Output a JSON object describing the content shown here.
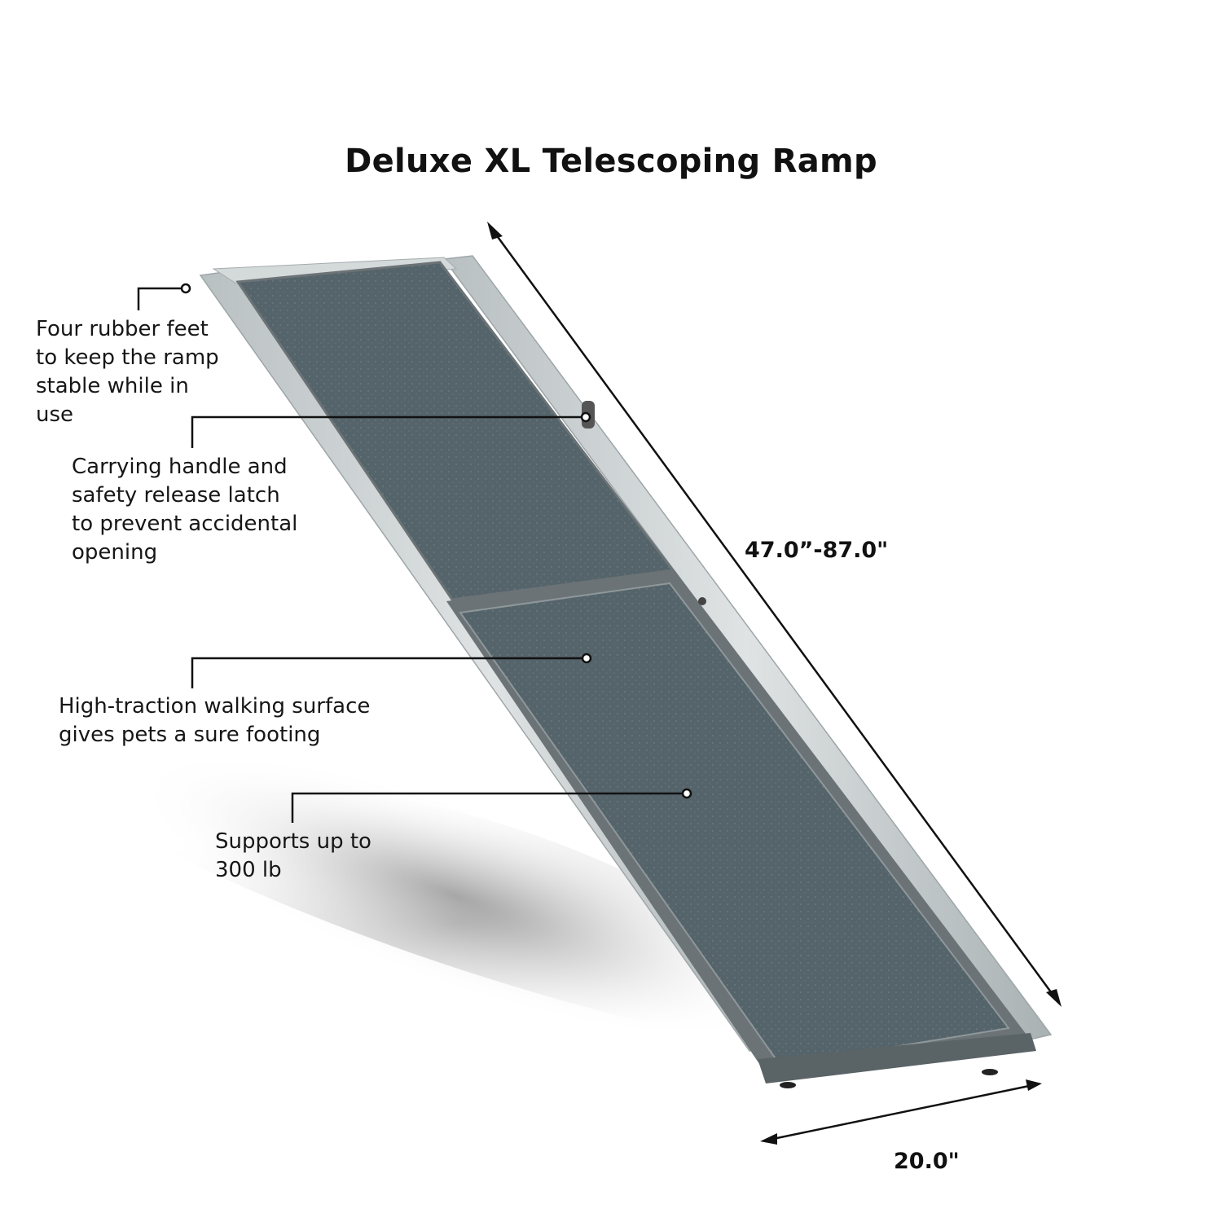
{
  "title": "Deluxe XL Telescoping Ramp",
  "callouts": [
    {
      "id": "rubber-feet",
      "lines": [
        "Four rubber feet",
        "to keep the ramp",
        "stable while in",
        "use"
      ]
    },
    {
      "id": "carrying-handle",
      "lines": [
        "Carrying handle and",
        "safety release latch",
        "to prevent accidental",
        "opening"
      ]
    },
    {
      "id": "walking-surface",
      "lines": [
        "High-traction walking surface",
        "gives pets a sure footing"
      ]
    },
    {
      "id": "weight-capacity",
      "lines": [
        "Supports up to",
        "300 lb"
      ]
    }
  ],
  "dimensions": {
    "length": "47.0”-87.0\"",
    "width": "20.0\""
  },
  "colors": {
    "surface": "#55646a",
    "frame_rail": "#c9ced0",
    "edge_trim": "#6b7376",
    "leader_line": "#111111"
  }
}
